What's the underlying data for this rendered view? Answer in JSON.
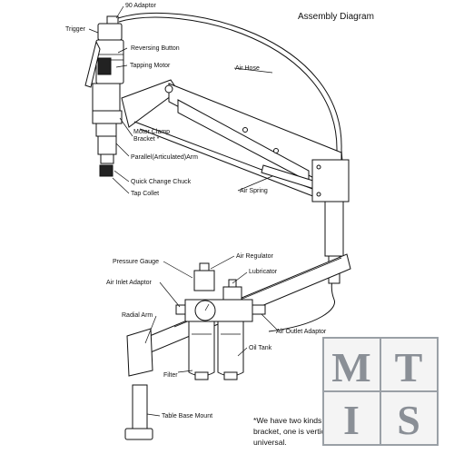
{
  "title": "Assembly Diagram",
  "labels": {
    "adaptor_90": "90 Adaptor",
    "trigger": "Trigger",
    "reversing_button": "Reversing Button",
    "tapping_motor": "Tapping Motor",
    "air_hose": "Air Hose",
    "motor_clamp_bracket_1": "Motor Clamp",
    "motor_clamp_bracket_2": "Bracket *",
    "parallel_arm": "Parallel(Articulated)Arm",
    "quick_change_chuck": "Quick Change Chuck",
    "air_spring": "Air Spring",
    "tap_collet": "Tap Collet",
    "pressure_gauge": "Pressure Gauge",
    "air_regulator": "Air Regulator",
    "lubricator": "Lubricator",
    "air_inlet_adaptor": "Air Inlet Adaptor",
    "radial_arm": "Radial Arm",
    "air_outlet_adaptor": "Air Outlet Adaptor",
    "oil_tank": "Oil Tank",
    "filter": "Filter",
    "table_base_mount": "Table Base Mount"
  },
  "note": {
    "line1": "*We have two kinds of motor clamp",
    "line2": "bracket, one is vertical, the other is",
    "line3": "universal."
  },
  "logo": {
    "letters": [
      "M",
      "T",
      "I",
      "S"
    ],
    "color": "#8a8f96"
  }
}
